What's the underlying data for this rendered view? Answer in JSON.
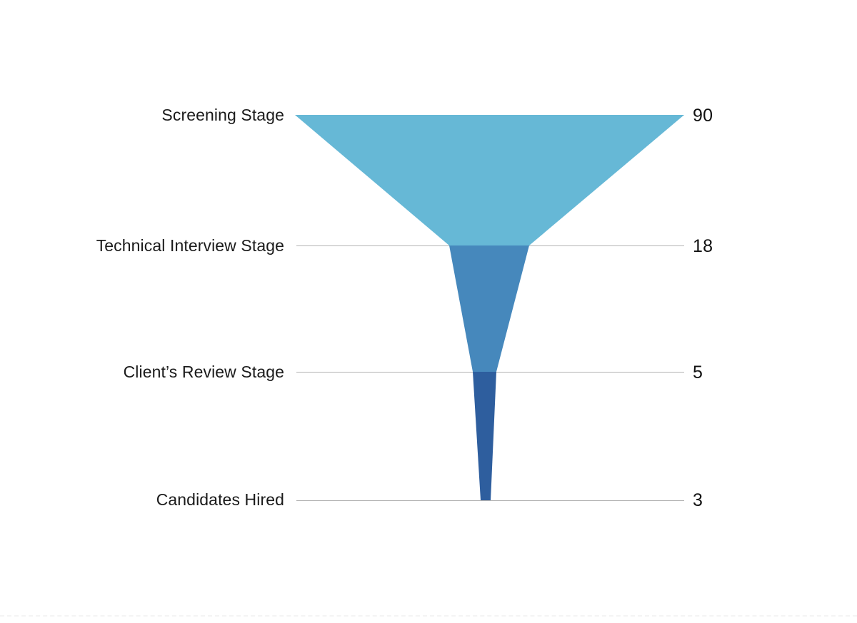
{
  "chart_data": {
    "type": "bar",
    "subtype": "funnel",
    "title": "",
    "xlabel": "",
    "ylabel": "",
    "orientation": "vertical",
    "grid": true,
    "legend": false,
    "categories": [
      "Screening Stage",
      "Technical Interview Stage",
      "Client’s Review Stage",
      "Candidates Hired"
    ],
    "values": [
      90,
      18,
      5,
      3
    ],
    "value_labels": [
      "90",
      "18",
      "5",
      "3"
    ],
    "stages": [
      {
        "label": "Screening Stage",
        "value": 90,
        "value_label": "90",
        "color": "#66b8d6"
      },
      {
        "label": "Technical Interview Stage",
        "value": 18,
        "value_label": "18",
        "color": "#4688bc"
      },
      {
        "label": "Client’s Review Stage",
        "value": 5,
        "value_label": "5",
        "color": "#2e5e9e"
      },
      {
        "label": "Candidates Hired",
        "value": 3,
        "value_label": "3",
        "color": "#2e5e9e"
      }
    ],
    "colors": {
      "band_1": "#66b8d6",
      "band_2": "#4688bc",
      "band_3": "#2e5e9e",
      "gridline": "#b3b3b3",
      "label_text": "#1a1a1a",
      "value_text": "#111111",
      "background": "#ffffff"
    }
  }
}
